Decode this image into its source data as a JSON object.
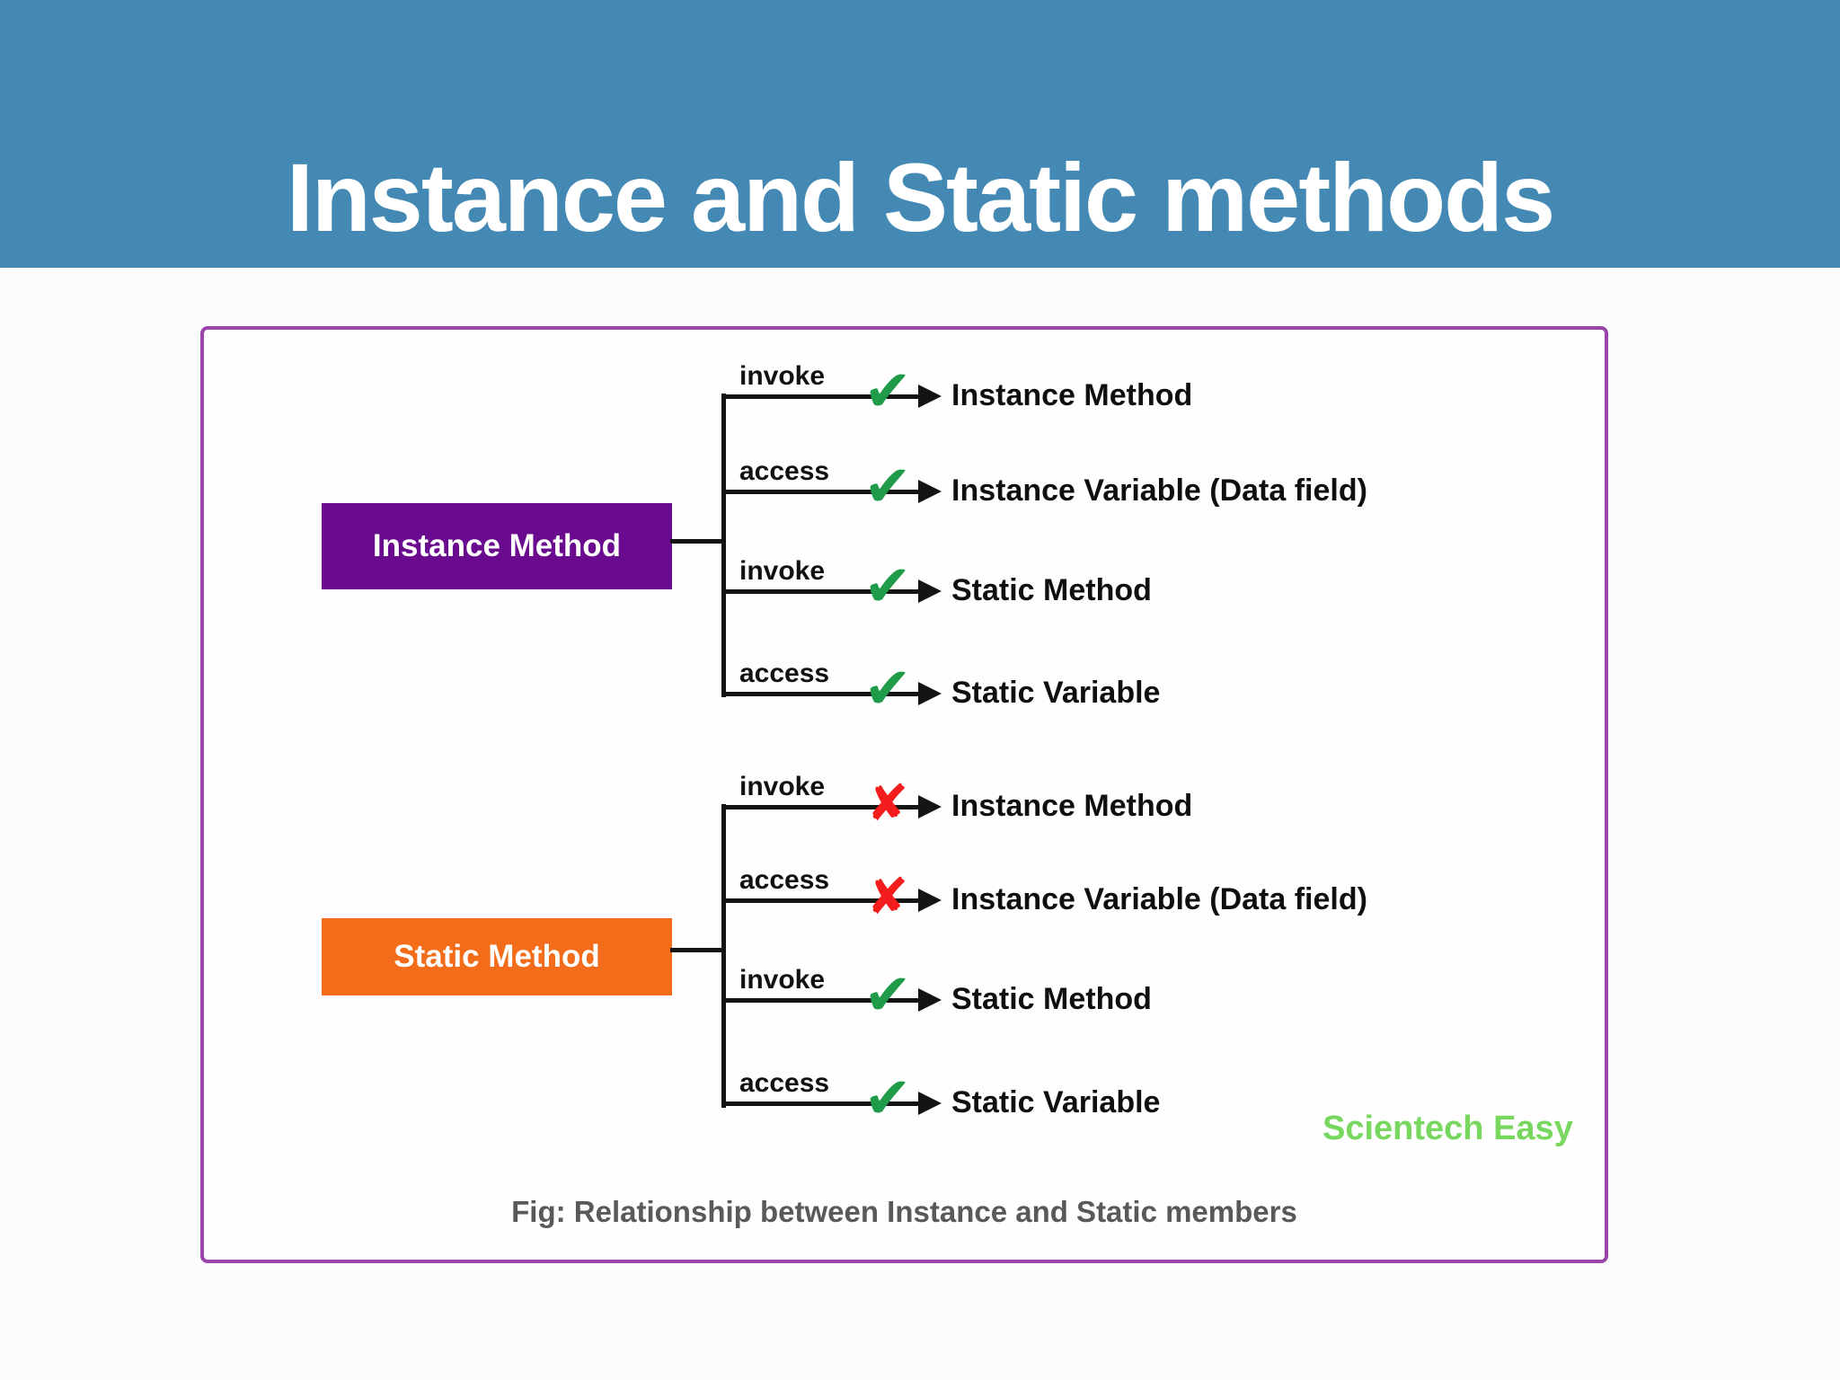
{
  "page": {
    "background": "#fbfdfd"
  },
  "header": {
    "title": "Instance and Static methods",
    "background": "#4389b4",
    "text_color": "#ffffff"
  },
  "diagram": {
    "frame_border_color": "#9b44ab",
    "caption": "Fig: Relationship between Instance and Static members",
    "watermark": {
      "label": "Scientech Easy",
      "color": "#77d75e"
    },
    "marks": {
      "allowed_glyph": "✔",
      "denied_glyph": "✘",
      "allowed_color": "#209b4a",
      "denied_color": "#f21d1c"
    },
    "groups": [
      {
        "source": {
          "label": "Instance Method",
          "fill": "#6a0b8f",
          "text_color": "#ffffff"
        },
        "branches": [
          {
            "action": "invoke",
            "target": "Instance Method",
            "allowed": true
          },
          {
            "action": "access",
            "target": "Instance Variable (Data field)",
            "allowed": true
          },
          {
            "action": "invoke",
            "target": "Static Method",
            "allowed": true
          },
          {
            "action": "access",
            "target": "Static Variable",
            "allowed": true
          }
        ]
      },
      {
        "source": {
          "label": "Static Method",
          "fill": "#f26c1a",
          "text_color": "#ffffff"
        },
        "branches": [
          {
            "action": "invoke",
            "target": "Instance Method",
            "allowed": false
          },
          {
            "action": "access",
            "target": "Instance Variable (Data field)",
            "allowed": false
          },
          {
            "action": "invoke",
            "target": "Static Method",
            "allowed": true
          },
          {
            "action": "access",
            "target": "Static Variable",
            "allowed": true
          }
        ]
      }
    ]
  }
}
